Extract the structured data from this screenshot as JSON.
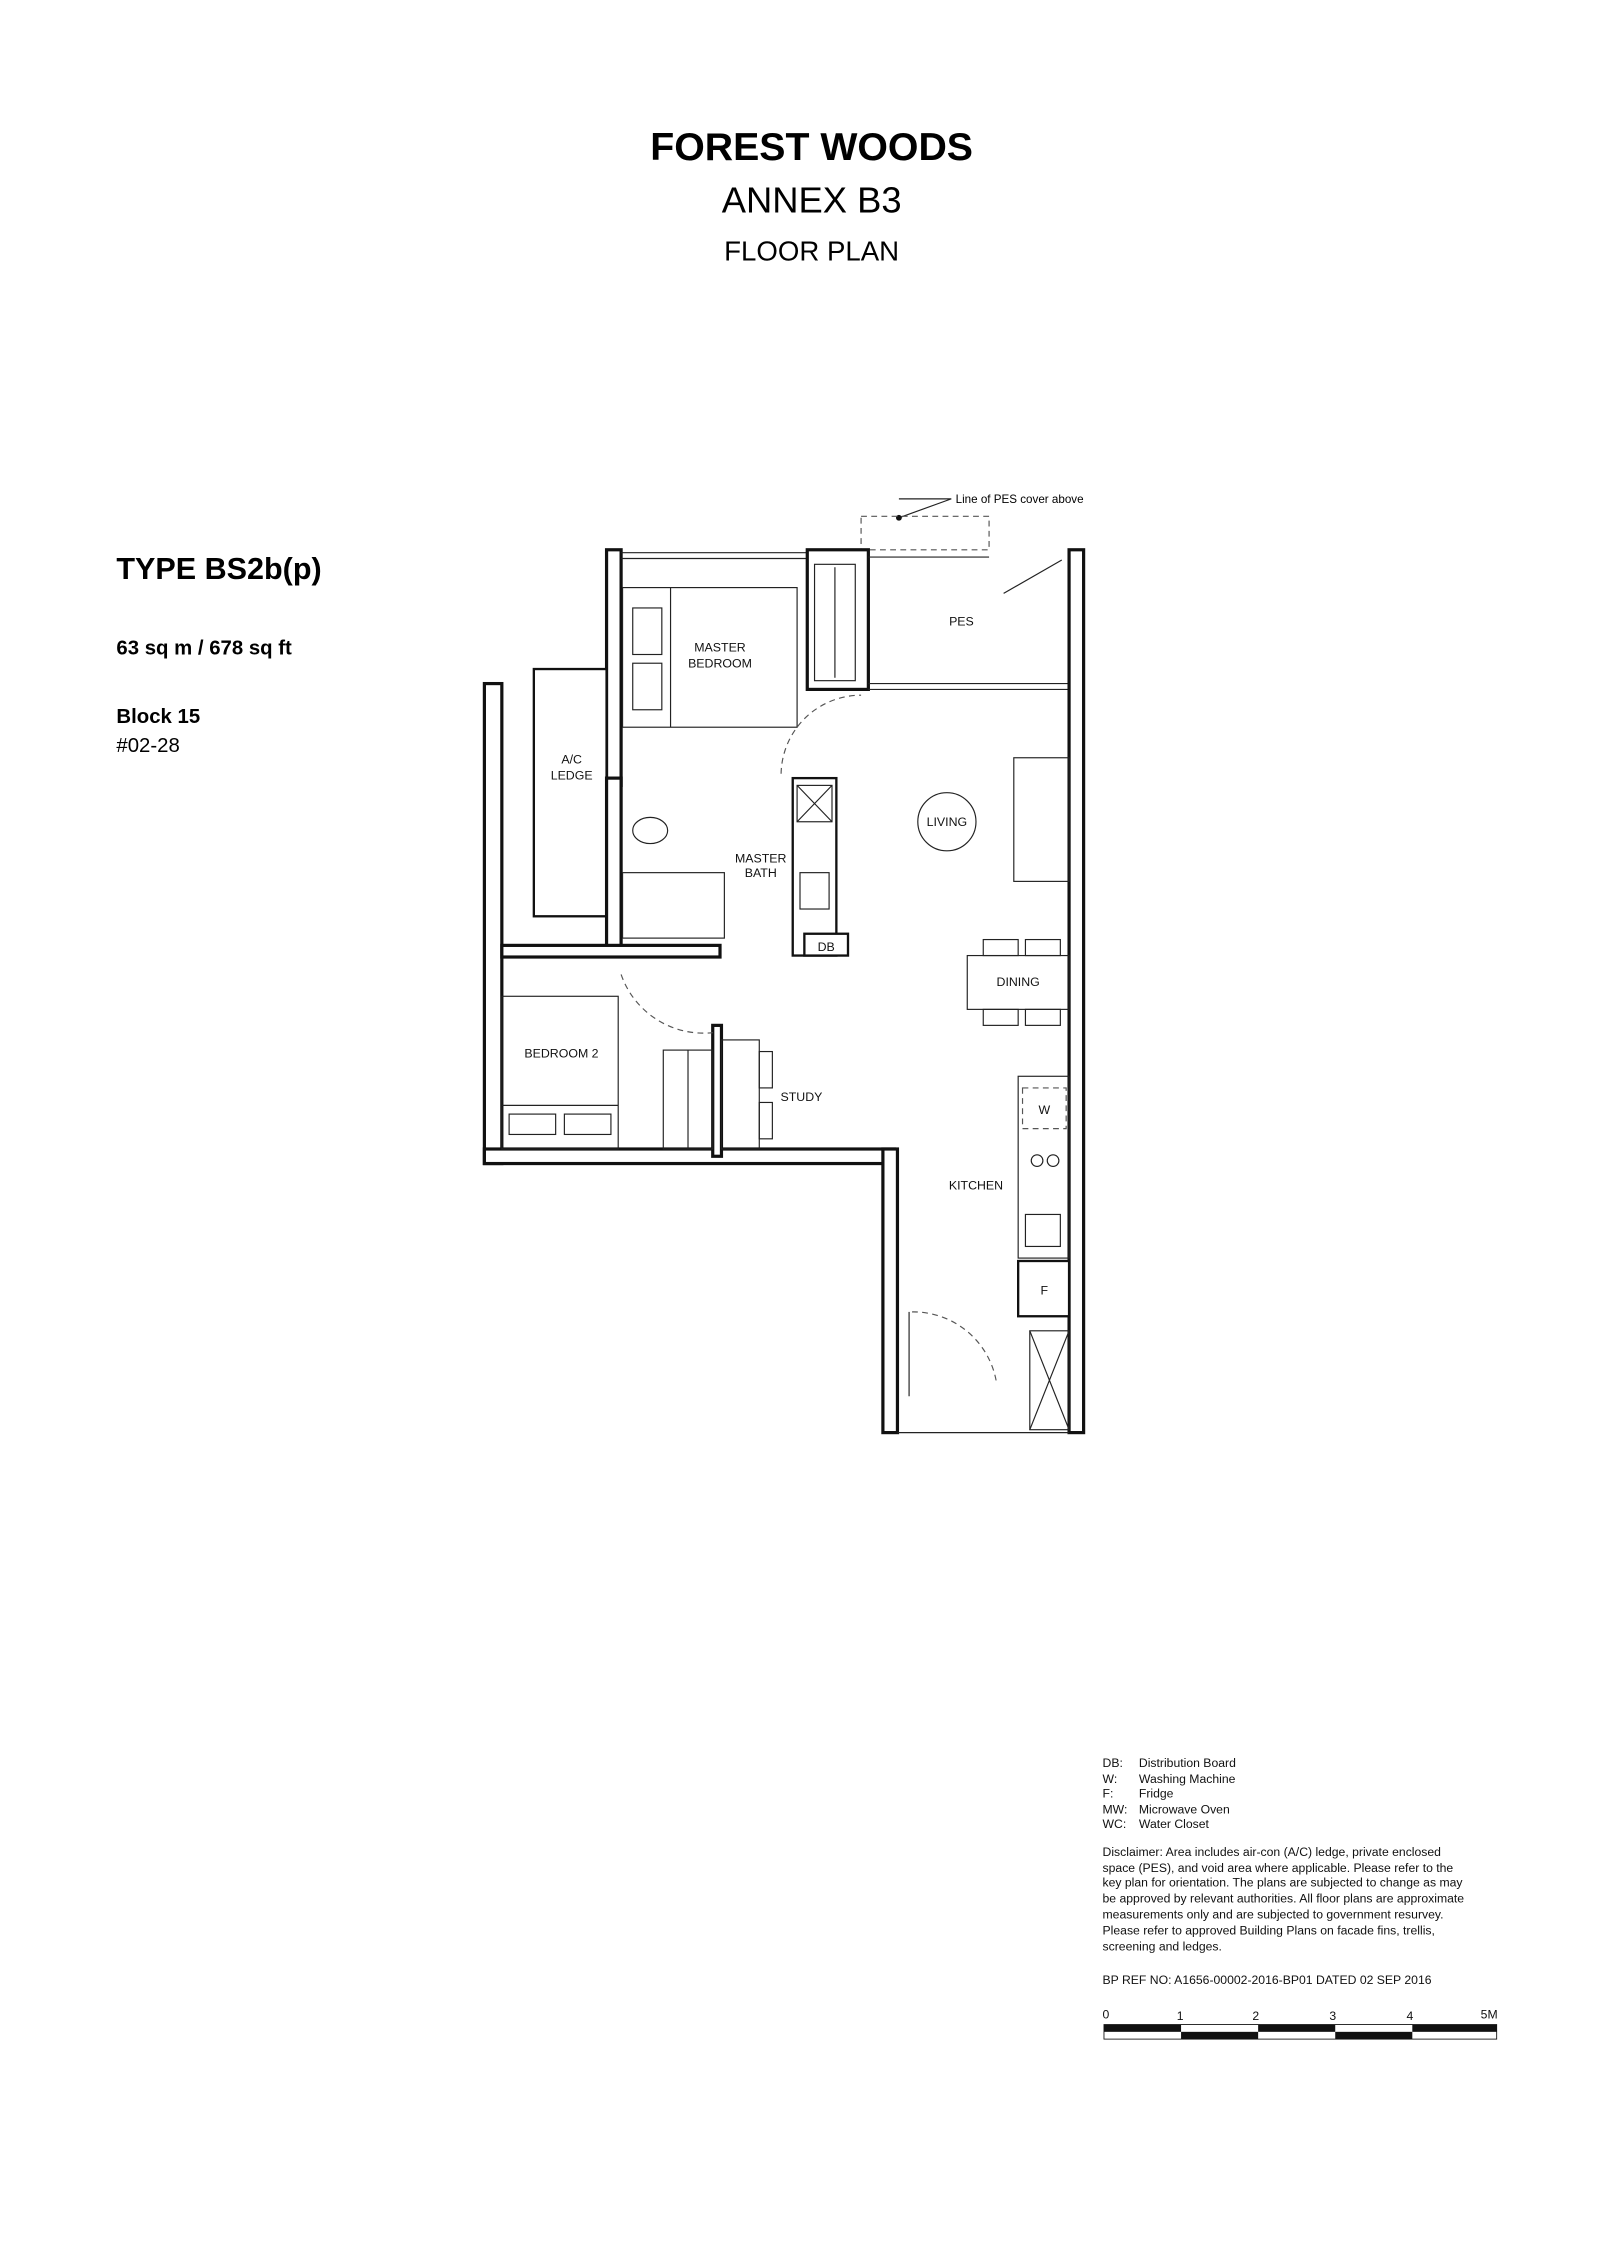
{
  "header": {
    "project": "FOREST WOODS",
    "annex": "ANNEX B3",
    "subtitle": "FLOOR PLAN"
  },
  "unit": {
    "type": "TYPE BS2b(p)",
    "area": "63 sq m / 678 sq ft",
    "block": "Block 15",
    "unit_no": "#02-28"
  },
  "plan": {
    "pes_note": "Line of PES cover above",
    "rooms": {
      "master_bedroom": [
        "MASTER",
        "BEDROOM"
      ],
      "pes": "PES",
      "ac_ledge": [
        "A/C",
        "LEDGE"
      ],
      "living": "LIVING",
      "master_bath": [
        "MASTER",
        "BATH"
      ],
      "db": "DB",
      "dining": "DINING",
      "bedroom2": "BEDROOM 2",
      "study": "STUDY",
      "w": "W",
      "kitchen": "KITCHEN",
      "f": "F"
    }
  },
  "legend": [
    {
      "abbr": "DB:",
      "meaning": "Distribution Board"
    },
    {
      "abbr": "W:",
      "meaning": "Washing Machine"
    },
    {
      "abbr": "F:",
      "meaning": "Fridge"
    },
    {
      "abbr": "MW:",
      "meaning": "Microwave Oven"
    },
    {
      "abbr": "WC:",
      "meaning": "Water Closet"
    }
  ],
  "disclaimer_lines": [
    "Disclaimer: Area includes air-con (A/C) ledge, private enclosed",
    "space (PES), and void area where applicable.  Please refer to the",
    "key plan for orientation.  The plans are subjected to change as may",
    "be approved by relevant authorities.  All floor plans are approximate",
    "measurements only and are subjected to government resurvey.",
    "Please refer to approved Building Plans on facade fins, trellis,",
    "screening and ledges."
  ],
  "bp_ref": "BP REF NO:  A1656-00002-2016-BP01 DATED 02 SEP 2016",
  "scale_bar": {
    "labels": [
      "0",
      "1",
      "2",
      "3",
      "4",
      "5M"
    ]
  }
}
